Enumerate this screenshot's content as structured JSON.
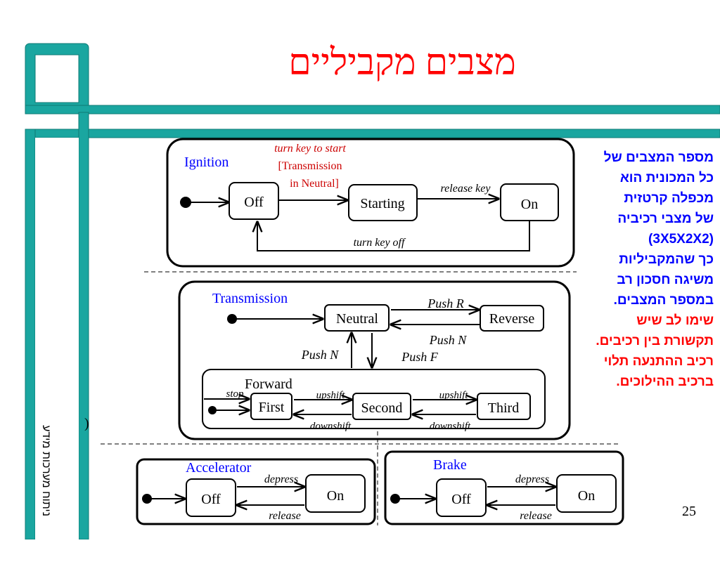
{
  "title": "מצבים מקביליים",
  "side_label": "ניתוח מערכות מידע",
  "side_paren": ")",
  "page_number": "25",
  "explanation": {
    "blue_lines": [
      "מספר המצבים של",
      "כל המכונית הוא",
      "מכפלה קרטזית",
      "של מצבי רכיביה",
      "(3X5X2X2)",
      "כך שהמקביליות",
      "משיגה חסכון רב",
      "במספר המצבים."
    ],
    "red_lines": [
      "שימו לב שיש",
      "תקשורת בין רכיבים.",
      "רכיב ההתנעה תלוי",
      "ברכיב ההילוכים."
    ]
  },
  "colors": {
    "title": "#ff0000",
    "teal": "#1aa6a0",
    "label_blue": "#0000ff",
    "event_red": "#cc0000"
  },
  "ignition": {
    "label": "Ignition",
    "states": {
      "off": "Off",
      "starting": "Starting",
      "on": "On"
    },
    "events": {
      "start_line1": "turn key to start",
      "start_line2": "[Transmission",
      "start_line3": "in Neutral]",
      "release": "release key",
      "turn_off": "turn key off"
    }
  },
  "transmission": {
    "label": "Transmission",
    "states": {
      "neutral": "Neutral",
      "reverse": "Reverse"
    },
    "events": {
      "push_r": "Push R",
      "push_n_right": "Push N",
      "push_n_left": "Push N",
      "push_f": "Push F"
    },
    "forward": {
      "label": "Forward",
      "states": {
        "first": "First",
        "second": "Second",
        "third": "Third"
      },
      "events": {
        "stop": "stop",
        "upshift_1": "upshift",
        "upshift_2": "upshift",
        "downshift_1": "downshift",
        "downshift_2": "downshift"
      }
    }
  },
  "accelerator": {
    "label": "Accelerator",
    "states": {
      "off": "Off",
      "on": "On"
    },
    "events": {
      "depress": "depress",
      "release": "release"
    }
  },
  "brake": {
    "label": "Brake",
    "states": {
      "off": "Off",
      "on": "On"
    },
    "events": {
      "depress": "depress",
      "release": "release"
    }
  }
}
